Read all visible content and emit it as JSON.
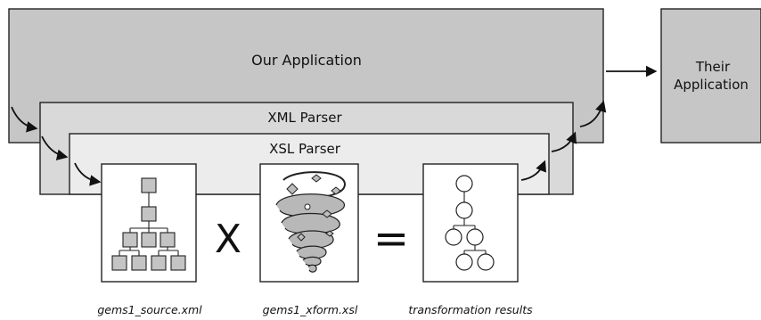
{
  "labels": {
    "our_app": "Our Application",
    "their_app_line1": "Their",
    "their_app_line2": "Application",
    "xml_parser": "XML Parser",
    "xsl_parser": "XSL Parser",
    "times": "X",
    "equals": "="
  },
  "captions": {
    "source": "gems1_source.xml",
    "xform": "gems1_xform.xsl",
    "results": "transformation results"
  },
  "colors": {
    "app_box": "#c6c6c6",
    "xml_parser_box": "#d9d9d9",
    "xsl_parser_box": "#ececec",
    "doc_box": "#ffffff",
    "node_fill": "#c4c4c4"
  }
}
